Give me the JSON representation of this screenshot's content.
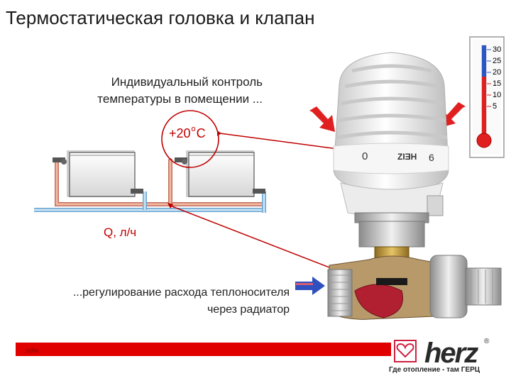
{
  "title": "Термостатическая головка и клапан",
  "intro": {
    "line1": "Индивидуальный контроль",
    "line2": "температуры в помещении ..."
  },
  "setpoint": {
    "value": "+20",
    "degree": "o",
    "unit": "C"
  },
  "flow_label": "Q, л/ч",
  "regulation": {
    "line1": "...регулирование расхода теплоносителя",
    "line2": "через радиатор"
  },
  "footer": {
    "author": "schv",
    "brand": "herz",
    "registered": "®",
    "tagline": "Где отопление - там ГЕРЦ"
  },
  "thermometer": {
    "scale": [
      "30",
      "25",
      "20",
      "15",
      "10",
      "5"
    ]
  },
  "head_scale": {
    "left": "0",
    "right": "ZIƎH",
    "number": "6"
  },
  "colors": {
    "hot": "#e8987a",
    "cold": "#9ecae8",
    "accent": "#c00000",
    "arrow": "#e02020",
    "flow_arrow": "#3050c0"
  }
}
